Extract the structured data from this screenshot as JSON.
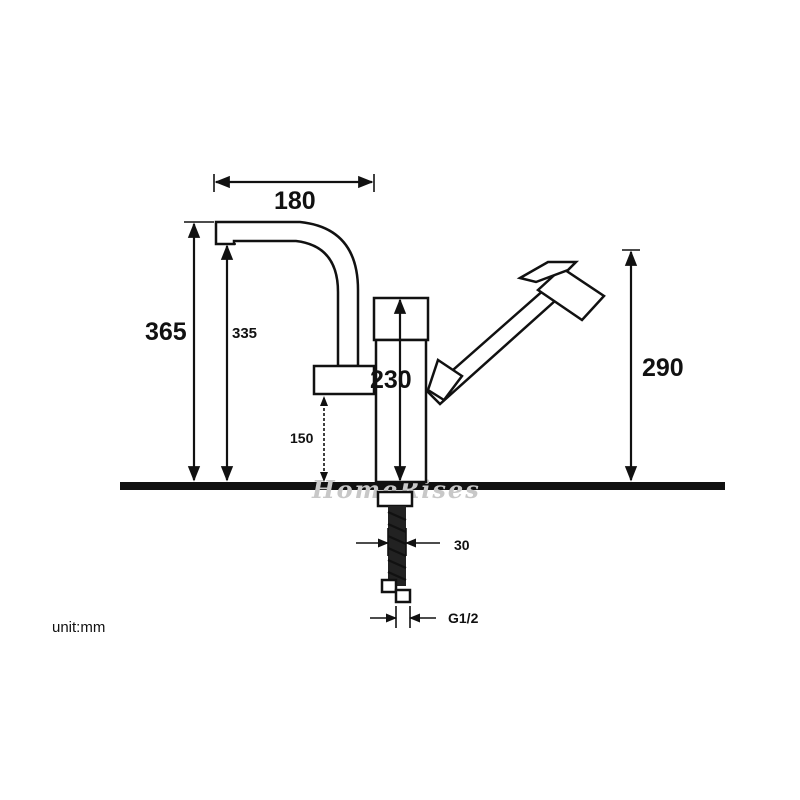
{
  "dimensions": {
    "spout_reach": "180",
    "total_height": "365",
    "spout_height": "335",
    "handle_height": "150",
    "body_height": "230",
    "sprayer_height": "290",
    "shank_width": "30",
    "thread": "G1/2"
  },
  "unit_label": "unit:mm",
  "watermark": "HomeRises",
  "colors": {
    "line": "#111111",
    "countertop": "#111111",
    "watermark": "#c8c8c8",
    "background": "#ffffff"
  }
}
